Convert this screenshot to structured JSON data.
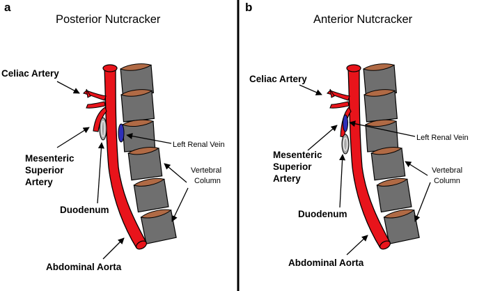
{
  "panels": [
    {
      "letter": "a",
      "title": "Posterior Nutcracker",
      "labels": {
        "celiac": "Celiac Artery",
        "renal_vein": "Left Renal Vein",
        "sma_line1": "Mesenteric",
        "sma_line2": "Superior",
        "sma_line3": "Artery",
        "vertebral_line1": "Vertebral",
        "vertebral_line2": "Column",
        "duodenum": "Duodenum",
        "aorta": "Abdominal Aorta"
      }
    },
    {
      "letter": "b",
      "title": "Anterior Nutcracker",
      "labels": {
        "celiac": "Celiac Artery",
        "renal_vein": "Left Renal Vein",
        "sma_line1": "Mesenteric",
        "sma_line2": "Superior",
        "sma_line3": "Artery",
        "vertebral_line1": "Vertebral",
        "vertebral_line2": "Column",
        "duodenum": "Duodenum",
        "aorta": "Abdominal Aorta"
      }
    }
  ],
  "colors": {
    "artery": "#e8141b",
    "vertebra_body": "#6f6f6f",
    "vertebra_top": "#b06a45",
    "renal_vein": "#2e2fb8",
    "duodenum": "#a8a8a8",
    "divider": "#000000"
  }
}
